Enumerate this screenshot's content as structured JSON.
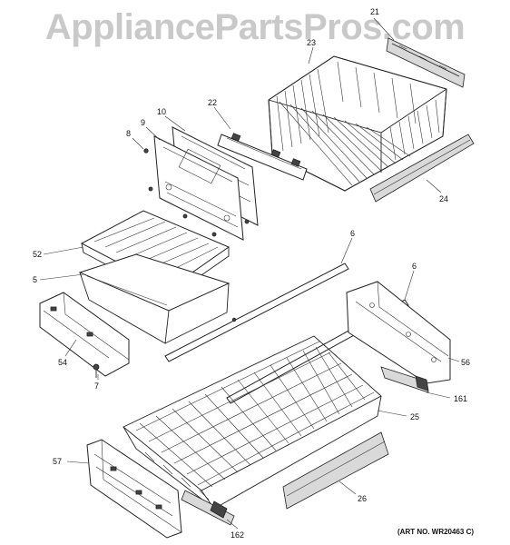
{
  "watermark": "AppliancePartsPros.com",
  "art_number": "(ART NO. WR20463 C)",
  "callouts": {
    "p21": "21",
    "p23": "23",
    "p22": "22",
    "p10": "10",
    "p9": "9",
    "p8": "8",
    "p24": "24",
    "p52": "52",
    "p5": "5",
    "p6a": "6",
    "p6b": "6",
    "p54": "54",
    "p7": "7",
    "p56": "56",
    "p161": "161",
    "p25": "25",
    "p57": "57",
    "p26": "26",
    "p162": "162"
  }
}
